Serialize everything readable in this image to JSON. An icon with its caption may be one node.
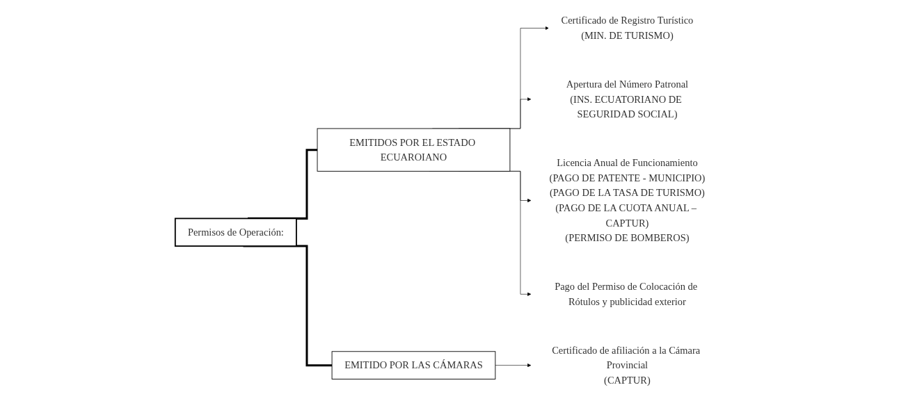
{
  "diagram": {
    "nodes": [
      {
        "text": [
          "Permisos de Operación:"
        ]
      },
      {
        "text": [
          "EMITIDOS POR EL ESTADO ECUAROIANO"
        ]
      },
      {
        "text": [
          "EMITIDO POR LAS CÁMARAS"
        ]
      },
      {
        "text": [
          "Certificado de Registro Turístico",
          "(MIN. DE TURISMO)"
        ]
      },
      {
        "text": [
          "Apertura del Número Patronal",
          "(INS. ECUATORIANO DE SEGURIDAD SOCIAL)"
        ]
      },
      {
        "text": [
          "Licencia Anual de Funcionamiento",
          "(PAGO DE PATENTE - MUNICIPIO)",
          "(PAGO DE LA TASA DE TURISMO)",
          "(PAGO DE LA CUOTA ANUAL – CAPTUR)",
          "(PERMISO DE BOMBEROS)"
        ]
      },
      {
        "text": [
          "Pago del Permiso de Colocación de Rótulos y publicidad exterior"
        ]
      },
      {
        "text": [
          "Certificado de afiliación a la Cámara Provincial",
          "(CAPTUR)"
        ]
      }
    ],
    "edges": [
      {
        "from": 0,
        "to": 1,
        "arrow": "none",
        "style": "thick"
      },
      {
        "from": 0,
        "to": 2,
        "arrow": "none",
        "style": "thick"
      },
      {
        "from": 1,
        "to": 3,
        "arrow": "to"
      },
      {
        "from": 1,
        "to": 4,
        "arrow": "to"
      },
      {
        "from": 1,
        "to": 5,
        "arrow": "to"
      },
      {
        "from": 1,
        "to": 6,
        "arrow": "to"
      },
      {
        "from": 2,
        "to": 7,
        "arrow": "to"
      }
    ]
  }
}
